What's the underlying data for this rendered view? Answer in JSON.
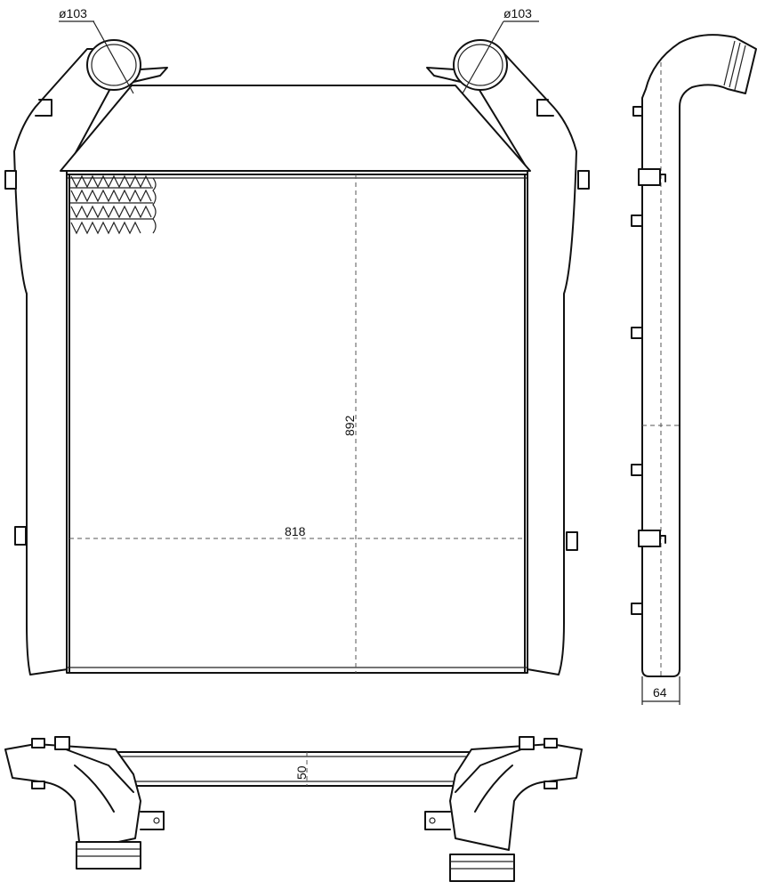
{
  "dimensions": {
    "inlet_left_diameter": "ø103",
    "inlet_right_diameter": "ø103",
    "core_height": "892",
    "core_width": "818",
    "side_depth": "64",
    "bottom_thickness": "50"
  }
}
